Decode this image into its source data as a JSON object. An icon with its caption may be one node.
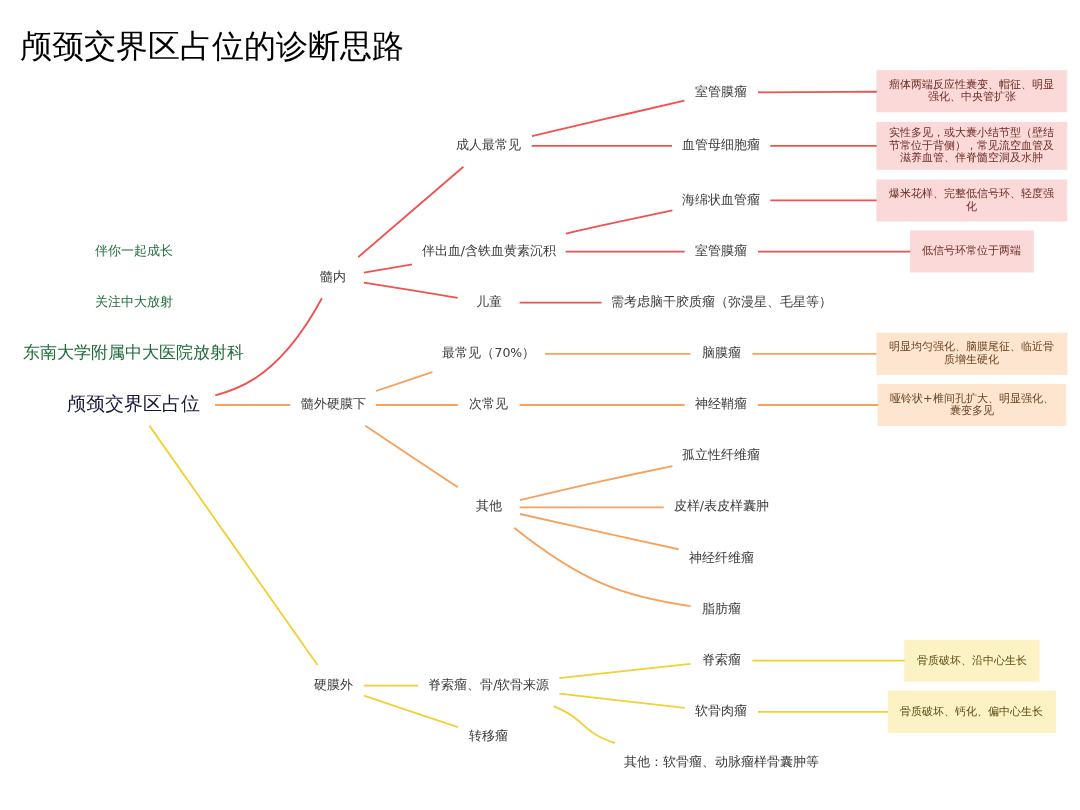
{
  "diagram": {
    "title": "颅颈交界区占位的诊断思路",
    "nodes": [
      {
        "text": [
          "颅颈交界区占位"
        ]
      },
      {
        "text": [
          "髓内"
        ]
      },
      {
        "text": [
          "成人最常见"
        ]
      },
      {
        "text": [
          "室管膜瘤"
        ]
      },
      {
        "text": [
          "瘤体两端反应性囊变、帽征、明显强化、中央管扩张"
        ]
      },
      {
        "text": [
          "血管母细胞瘤"
        ]
      },
      {
        "text": [
          "实性多见，或大囊小结节型（壁结节常位于背侧），常见流空血管及滋养血管、伴脊髓空洞及水肿"
        ]
      },
      {
        "text": [
          "伴出血/含铁血黄素沉积"
        ]
      },
      {
        "text": [
          "海绵状血管瘤"
        ]
      },
      {
        "text": [
          "爆米花样、完整低信号环、轻度强化"
        ]
      },
      {
        "text": [
          "室管膜瘤"
        ]
      },
      {
        "text": [
          "低信号环常位于两端"
        ]
      },
      {
        "text": [
          "儿童"
        ]
      },
      {
        "text": [
          "需考虑脑干胶质瘤（弥漫星、毛星等）"
        ]
      },
      {
        "text": [
          "髓外硬膜下"
        ]
      },
      {
        "text": [
          "最常见（70%）"
        ]
      },
      {
        "text": [
          "脑膜瘤"
        ]
      },
      {
        "text": [
          "明显均匀强化、脑膜尾征、临近骨质增生硬化"
        ]
      },
      {
        "text": [
          "次常见"
        ]
      },
      {
        "text": [
          "神经鞘瘤"
        ]
      },
      {
        "text": [
          "哑铃状+椎间孔扩大、明显强化、囊变多见"
        ]
      },
      {
        "text": [
          "其他"
        ]
      },
      {
        "text": [
          "孤立性纤维瘤"
        ]
      },
      {
        "text": [
          "皮样/表皮样囊肿"
        ]
      },
      {
        "text": [
          "神经纤维瘤"
        ]
      },
      {
        "text": [
          "脂肪瘤"
        ]
      },
      {
        "text": [
          "硬膜外"
        ]
      },
      {
        "text": [
          "脊索瘤、骨/软骨来源"
        ]
      },
      {
        "text": [
          "脊索瘤"
        ]
      },
      {
        "text": [
          "骨质破坏、沿中心生长"
        ]
      },
      {
        "text": [
          "软骨肉瘤"
        ]
      },
      {
        "text": [
          "骨质破坏、钙化、偏中心生长"
        ]
      },
      {
        "text": [
          "其他：软骨瘤、动脉瘤样骨囊肿等"
        ]
      },
      {
        "text": [
          "转移瘤"
        ]
      }
    ],
    "edges": [
      {
        "from": 0,
        "to": 1,
        "arrow": "none"
      },
      {
        "from": 1,
        "to": 2,
        "arrow": "none"
      },
      {
        "from": 2,
        "to": 3,
        "arrow": "none"
      },
      {
        "from": 3,
        "to": 4,
        "arrow": "none"
      },
      {
        "from": 2,
        "to": 5,
        "arrow": "none"
      },
      {
        "from": 5,
        "to": 6,
        "arrow": "none"
      },
      {
        "from": 1,
        "to": 7,
        "arrow": "none"
      },
      {
        "from": 7,
        "to": 8,
        "arrow": "none"
      },
      {
        "from": 8,
        "to": 9,
        "arrow": "none"
      },
      {
        "from": 7,
        "to": 10,
        "arrow": "none"
      },
      {
        "from": 10,
        "to": 11,
        "arrow": "none"
      },
      {
        "from": 1,
        "to": 12,
        "arrow": "none"
      },
      {
        "from": 12,
        "to": 13,
        "arrow": "none"
      },
      {
        "from": 0,
        "to": 14,
        "arrow": "none",
        "color": "#f6a15c"
      },
      {
        "from": 14,
        "to": 15,
        "arrow": "none",
        "color": "#f6a15c"
      },
      {
        "from": 15,
        "to": 16,
        "arrow": "none",
        "color": "#f6a15c"
      },
      {
        "from": 16,
        "to": 17,
        "arrow": "none",
        "color": "#f6a15c"
      },
      {
        "from": 14,
        "to": 18,
        "arrow": "none",
        "color": "#f6a15c"
      },
      {
        "from": 18,
        "to": 19,
        "arrow": "none",
        "color": "#f6a15c"
      },
      {
        "from": 19,
        "to": 20,
        "arrow": "none",
        "color": "#f6a15c"
      },
      {
        "from": 14,
        "to": 21,
        "arrow": "none",
        "color": "#f6a15c"
      },
      {
        "from": 21,
        "to": 22,
        "arrow": "none",
        "color": "#f6a15c"
      },
      {
        "from": 21,
        "to": 23,
        "arrow": "none",
        "color": "#f6a15c"
      },
      {
        "from": 21,
        "to": 24,
        "arrow": "none",
        "color": "#f6a15c"
      },
      {
        "from": 21,
        "to": 25,
        "arrow": "none",
        "color": "#f6a15c"
      },
      {
        "from": 0,
        "to": 26,
        "arrow": "none",
        "color": "#f2d033"
      },
      {
        "from": 26,
        "to": 27,
        "arrow": "none",
        "color": "#f2d033"
      },
      {
        "from": 27,
        "to": 28,
        "arrow": "none",
        "color": "#f2d033"
      },
      {
        "from": 28,
        "to": 29,
        "arrow": "none",
        "color": "#f2d033"
      },
      {
        "from": 27,
        "to": 30,
        "arrow": "none",
        "color": "#f2d033"
      },
      {
        "from": 30,
        "to": 31,
        "arrow": "none",
        "color": "#f2d033"
      },
      {
        "from": 27,
        "to": 32,
        "arrow": "none",
        "color": "#f2d033"
      },
      {
        "from": 26,
        "to": 33,
        "arrow": "none",
        "color": "#f2d033"
      }
    ],
    "labels": [
      "东南大学附属中大医院放射科",
      "关注中大放射",
      "伴你一起成长"
    ]
  }
}
